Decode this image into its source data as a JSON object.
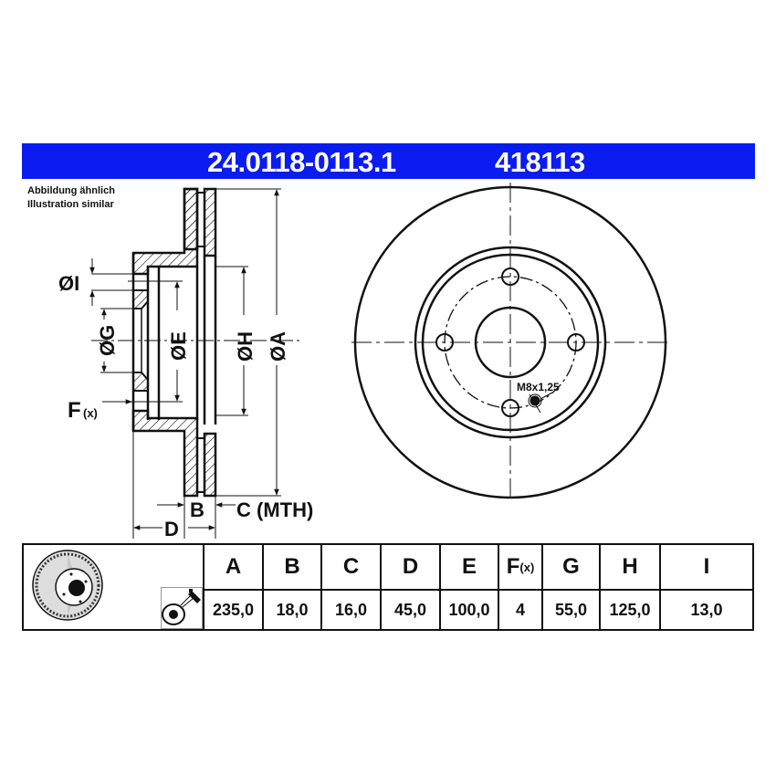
{
  "header": {
    "part_number": "24.0118-0113.1",
    "ref_number": "418113",
    "banner_color": "#0a1cf0"
  },
  "note": {
    "line1": "Abbildung ähnlich",
    "line2": "Illustration similar"
  },
  "section_drawing": {
    "labels": {
      "I": "ØI",
      "G": "ØG",
      "E": "ØE",
      "H": "ØH",
      "A": "ØA",
      "F": "F",
      "F_sub": "(x)",
      "B": "B",
      "C": "C (MTH)",
      "D": "D"
    }
  },
  "front_view": {
    "thread_label": "M8x1,25",
    "bolt_holes": 4
  },
  "spec_table": {
    "icons": [
      "brake-disc-thumbnail-icon",
      "coated-disc-spray-icon"
    ],
    "columns": [
      {
        "key": "A",
        "sub": "",
        "value": "235,0"
      },
      {
        "key": "B",
        "sub": "",
        "value": "18,0"
      },
      {
        "key": "C",
        "sub": "",
        "value": "16,0"
      },
      {
        "key": "D",
        "sub": "",
        "value": "45,0"
      },
      {
        "key": "E",
        "sub": "",
        "value": "100,0"
      },
      {
        "key": "F",
        "sub": "(x)",
        "value": "4"
      },
      {
        "key": "G",
        "sub": "",
        "value": "55,0"
      },
      {
        "key": "H",
        "sub": "",
        "value": "125,0"
      },
      {
        "key": "I",
        "sub": "",
        "value": "13,0"
      }
    ]
  }
}
